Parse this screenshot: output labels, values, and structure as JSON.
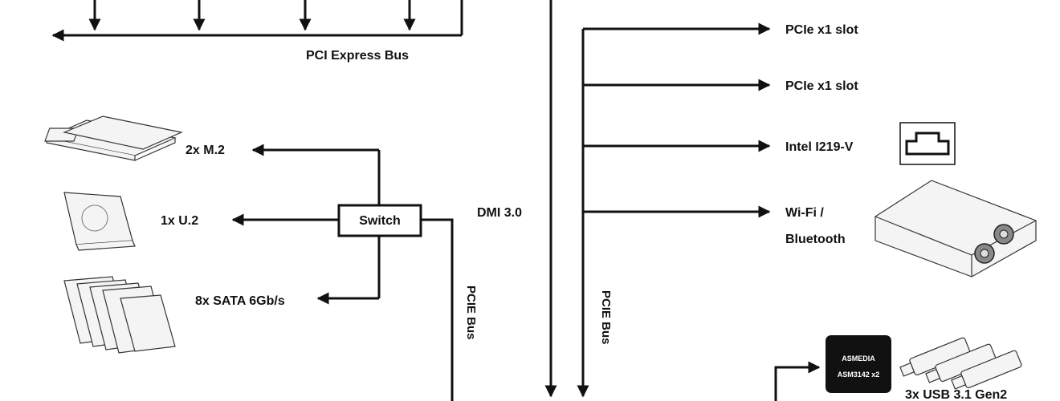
{
  "diagram": {
    "pci_express_bus": "PCI Express Bus",
    "dmi": "DMI 3.0",
    "switch": "Switch",
    "pcie_bus_left": "PCIE Bus",
    "pcie_bus_right": "PCIE Bus",
    "storage": {
      "m2": "2x M.2",
      "u2": "1x U.2",
      "sata": "8x SATA 6Gb/s"
    },
    "devices": {
      "pcie_slot_1": "PCIe x1 slot",
      "pcie_slot_2": "PCIe x1 slot",
      "lan": "Intel I219-V",
      "wifi_line1": "Wi-Fi /",
      "wifi_line2": "Bluetooth"
    },
    "usb": {
      "chip_line1": "ASMEDIA",
      "chip_line2": "ASM3142 x2",
      "label": "3x USB 3.1 Gen2"
    }
  }
}
